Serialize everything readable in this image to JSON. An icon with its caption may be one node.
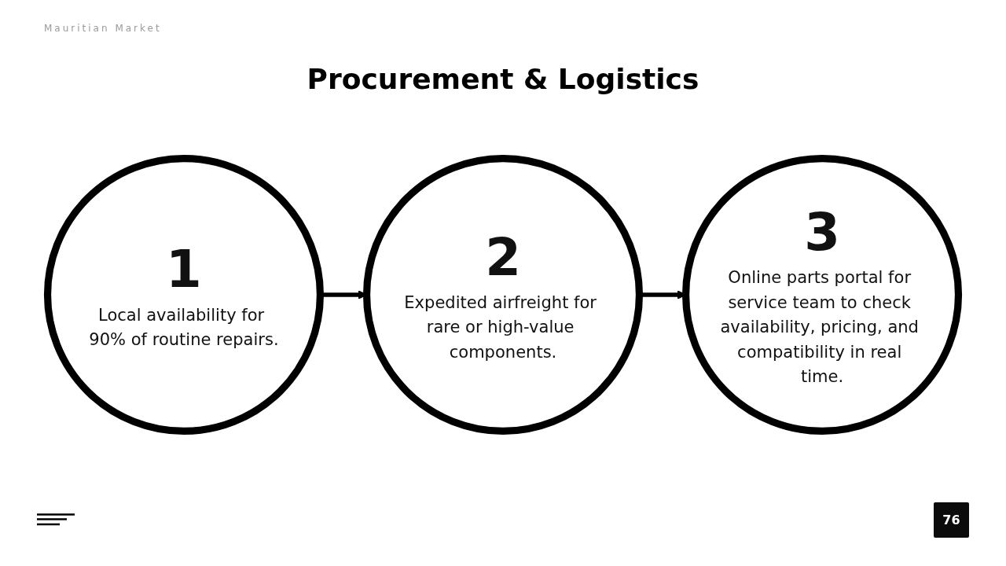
{
  "diagram": {
    "title": "Procurement & Logistics",
    "nodes": [
      {
        "text": [
          "1",
          "Local availability for 90% of routine repairs."
        ]
      },
      {
        "text": [
          "2",
          "Expedited airfreight for rare or high-value components."
        ]
      },
      {
        "text": [
          "3",
          "Online parts portal for service team to check availability, pricing, and compatibility in real time."
        ]
      }
    ],
    "edges": [
      {
        "from": 0,
        "to": 1,
        "arrow": "to"
      },
      {
        "from": 1,
        "to": 2,
        "arrow": "to"
      }
    ],
    "labels": [
      "Mauritian Market",
      "76"
    ]
  }
}
